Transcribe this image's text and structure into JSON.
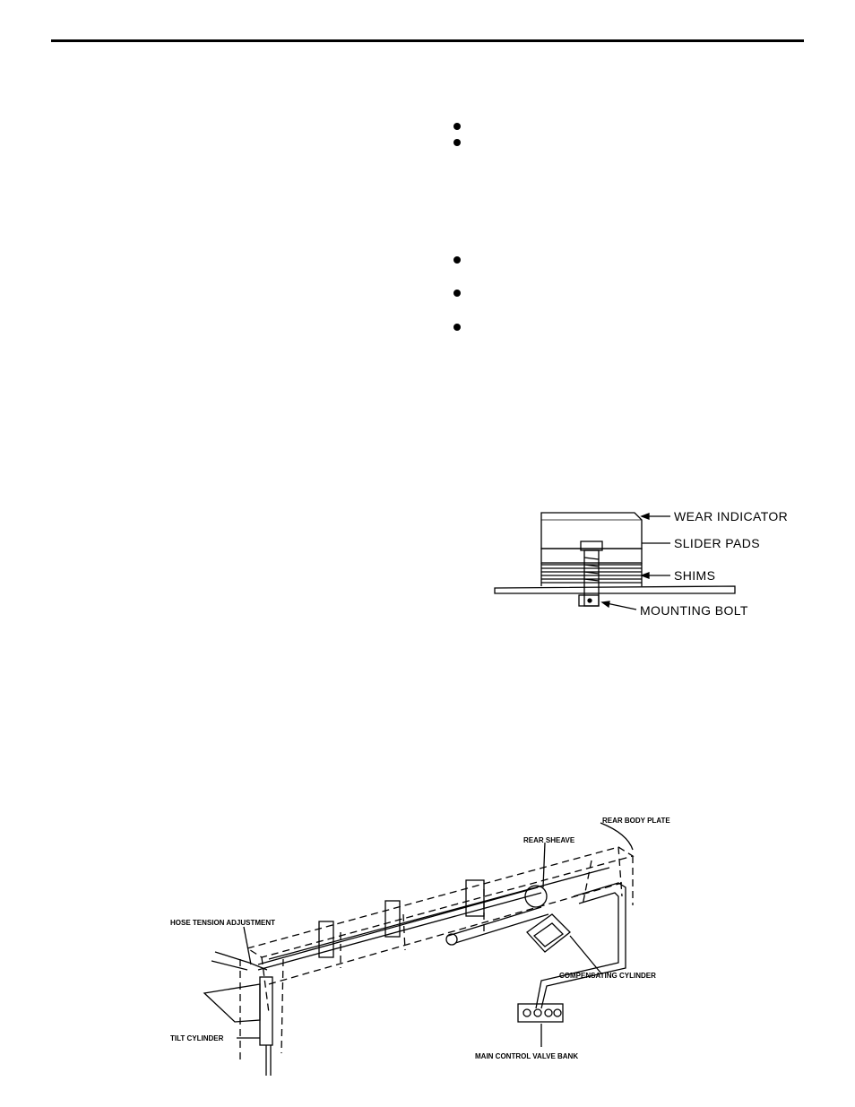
{
  "slider_pad_figure": {
    "labels": {
      "wear_indicator": "WEAR INDICATOR",
      "slider_pads": "SLIDER PADS",
      "shims": "SHIMS",
      "mounting_bolt": "MOUNTING BOLT"
    }
  },
  "hydraulic_figure": {
    "labels": {
      "rear_body_plate": "REAR BODY PLATE",
      "rear_sheave": "REAR SHEAVE",
      "hose_tension_adjustment": "HOSE TENSION ADJUSTMENT",
      "compensating_cylinder": "COMPENSATING CYLINDER",
      "tilt_cylinder": "TILT CYLINDER",
      "main_control_valve_bank": "MAIN CONTROL VALVE BANK"
    }
  },
  "bullets": {
    "count": 5
  }
}
